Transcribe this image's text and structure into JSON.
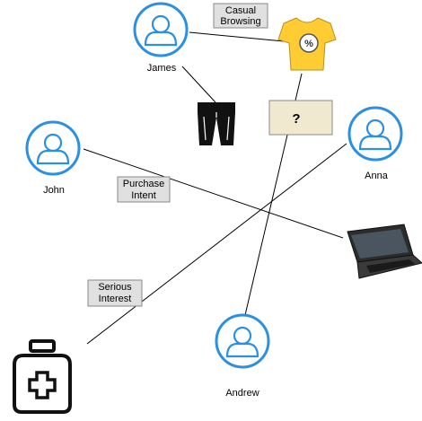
{
  "people": {
    "james": "James",
    "john": "John",
    "anna": "Anna",
    "andrew": "Andrew"
  },
  "labels": {
    "casual": [
      "Casual",
      "Browsing"
    ],
    "purchase": [
      "Purchase",
      "Intent"
    ],
    "serious": [
      "Serious",
      "Interest"
    ],
    "unknown": "?"
  },
  "icons": {
    "person": "user-circle-icon",
    "shirt": "tshirt-discount-icon",
    "pants": "pants-icon",
    "laptop": "laptop-icon",
    "medicine": "medicine-bottle-icon"
  },
  "colors": {
    "person_stroke": "#2b8fe4",
    "label_fill": "#e0e0e0",
    "unknown_fill": "#f0e9d0",
    "shirt_fill": "#ffcc33",
    "edge": "#000000"
  }
}
